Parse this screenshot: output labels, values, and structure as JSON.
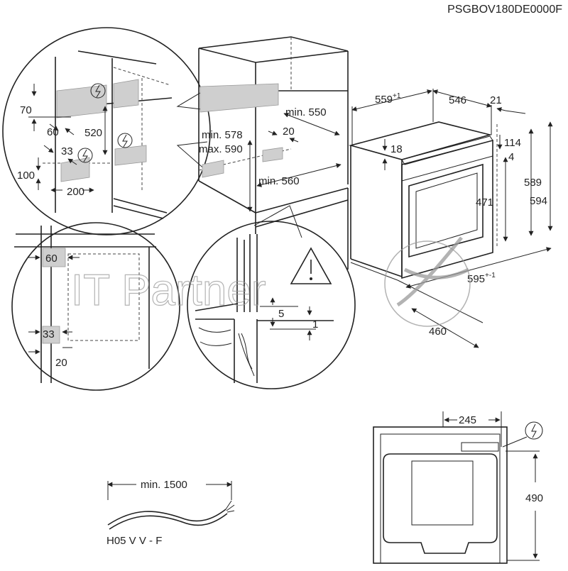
{
  "model_code": "PSGBOV180DE0000F",
  "watermark_text": "IT Partner",
  "niche": {
    "min_width": "min. 560",
    "min_depth": "min. 550",
    "height_min": "min. 578",
    "height_max": "max. 590",
    "clearance": "20"
  },
  "detail_top_circle": {
    "d70": "70",
    "d60": "60",
    "d520": "520",
    "d33": "33",
    "d100": "100",
    "d200": "200"
  },
  "detail_left_circle": {
    "d60": "60",
    "d33": "33",
    "d20": "20"
  },
  "detail_mid_circle": {
    "d5": "5",
    "d1": "1"
  },
  "oven": {
    "depth": "559",
    "depth_tol": "+1",
    "depth_body": "546",
    "door_thickness": "21",
    "top_offset": "18",
    "d114": "114",
    "d4": "4",
    "height_inner": "471",
    "height_589": "589",
    "height_594": "594",
    "width": "595",
    "width_tol": "+-1",
    "door_open": "460"
  },
  "cable": {
    "length": "min. 1500",
    "type": "H05 V V - F"
  },
  "front_view": {
    "d245": "245",
    "d490": "490"
  },
  "colors": {
    "line": "#222222",
    "shade": "#cfcfcf",
    "watermark": "#9a9a9a"
  },
  "icons": [
    "electrical-connection-icon",
    "warning-triangle-icon"
  ]
}
